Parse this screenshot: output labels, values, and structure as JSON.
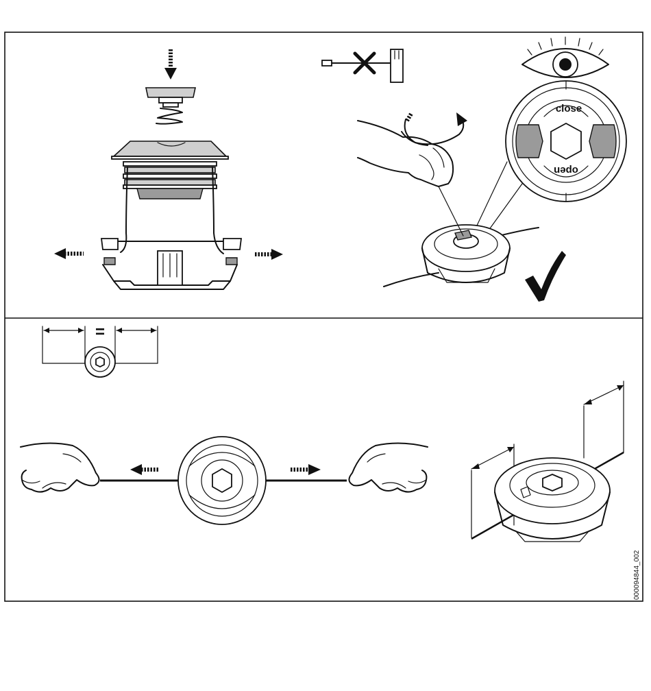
{
  "figure": {
    "id_label": "000094844_002",
    "dial_labels": {
      "close": "close",
      "open": "open"
    },
    "symbols": {
      "equals": "=",
      "checkmark": "check-icon",
      "forbidden": "cross-icon",
      "eye": "eye-icon"
    }
  }
}
